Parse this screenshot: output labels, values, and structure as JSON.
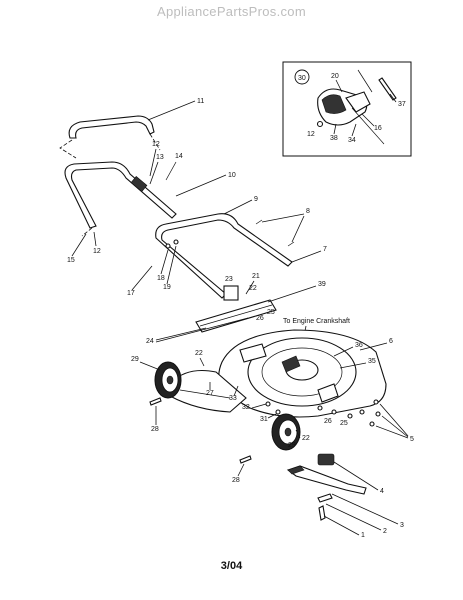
{
  "watermark": "AppliancePartsPros.com",
  "date_code": "3/04",
  "caption": "To Engine Crankshaft",
  "inset_label": "30",
  "callouts": {
    "c11": "11",
    "c12a": "12",
    "c13": "13",
    "c14": "14",
    "c10": "10",
    "c15": "15",
    "c12b": "12",
    "c9": "9",
    "c8": "8",
    "c7": "7",
    "c17": "17",
    "c18": "18",
    "c19": "19",
    "c23": "23",
    "c21": "21",
    "c22a": "22",
    "c39": "39",
    "c24": "24",
    "c25a": "25",
    "c26a": "26",
    "c6": "6",
    "c36": "36",
    "c35": "35",
    "c29a": "29",
    "c22b": "22",
    "c27": "27",
    "c33": "33",
    "c32": "32",
    "c31": "31",
    "c28a": "28",
    "c26b": "26",
    "c25b": "25",
    "c22c": "22",
    "c29b": "29",
    "c5": "5",
    "c4": "4",
    "c28b": "28",
    "c3": "3",
    "c2": "2",
    "c1": "1",
    "i20": "20",
    "i37": "37",
    "i16": "16",
    "i12": "12",
    "i38": "38",
    "i34": "34"
  }
}
